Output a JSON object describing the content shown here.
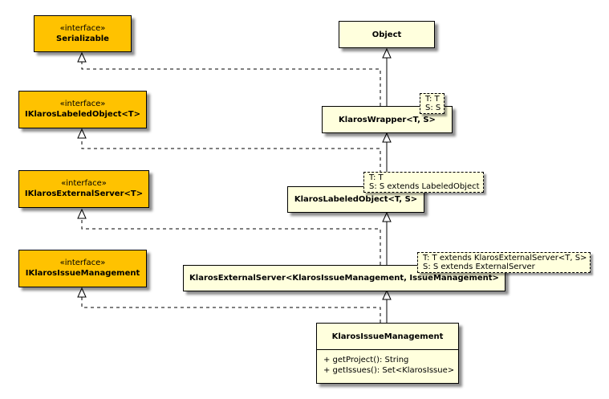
{
  "interfaces": [
    {
      "stereotype": "«interface»",
      "name": "Serializable"
    },
    {
      "stereotype": "«interface»",
      "name": "IKlarosLabeledObject<T>"
    },
    {
      "stereotype": "«interface»",
      "name": "IKlarosExternalServer<T>"
    },
    {
      "stereotype": "«interface»",
      "name": "IKlarosIssueManagement"
    }
  ],
  "classes": [
    {
      "name": "Object"
    },
    {
      "name": "KlarosWrapper<T, S>",
      "params": [
        "T: T",
        "S: S"
      ]
    },
    {
      "name": "KlarosLabeledObject<T, S>",
      "params": [
        "T: T",
        "S: S extends LabeledObject"
      ]
    },
    {
      "name": "KlarosExternalServer<KlarosIssueManagement, IssueManagement>",
      "params": [
        "T: T extends KlarosExternalServer<T, S>",
        "S: S extends ExternalServer"
      ]
    },
    {
      "name": "KlarosIssueManagement",
      "operations": [
        "+ getProject(): String",
        "+ getIssues(): Set<KlarosIssue>"
      ]
    }
  ],
  "colors": {
    "interface_fill": "#ffc200",
    "class_fill": "#ffffdd",
    "line": "#000000"
  }
}
